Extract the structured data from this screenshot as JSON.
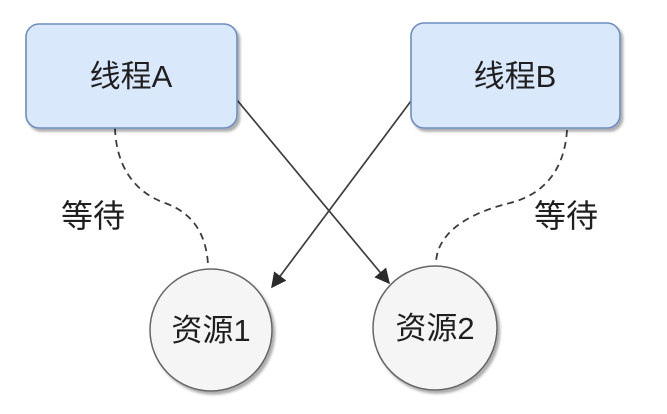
{
  "diagram": {
    "kind": "deadlock-wait-graph",
    "nodes": [
      {
        "id": "thread-a",
        "label": "线程A",
        "shape": "rounded-rect"
      },
      {
        "id": "thread-b",
        "label": "线程B",
        "shape": "rounded-rect"
      },
      {
        "id": "resource-1",
        "label": "资源1",
        "shape": "circle"
      },
      {
        "id": "resource-2",
        "label": "资源2",
        "shape": "circle"
      }
    ],
    "edges": [
      {
        "from": "thread-a",
        "to": "resource-2",
        "style": "solid-arrow"
      },
      {
        "from": "thread-b",
        "to": "resource-1",
        "style": "solid-arrow"
      },
      {
        "from": "thread-a",
        "to": "resource-1",
        "style": "dashed-curve",
        "label": "等待"
      },
      {
        "from": "thread-b",
        "to": "resource-2",
        "style": "dashed-curve",
        "label": "等待"
      }
    ],
    "colors": {
      "thread_fill": "#dae8fc",
      "thread_stroke": "#6c8ebf",
      "resource_fill": "#f5f5f5",
      "resource_stroke": "#666666",
      "edge_stroke": "#3d3d3d",
      "arrowhead": "#2b2b2b",
      "text": "#1f1f1f",
      "background": "#ffffff"
    }
  }
}
